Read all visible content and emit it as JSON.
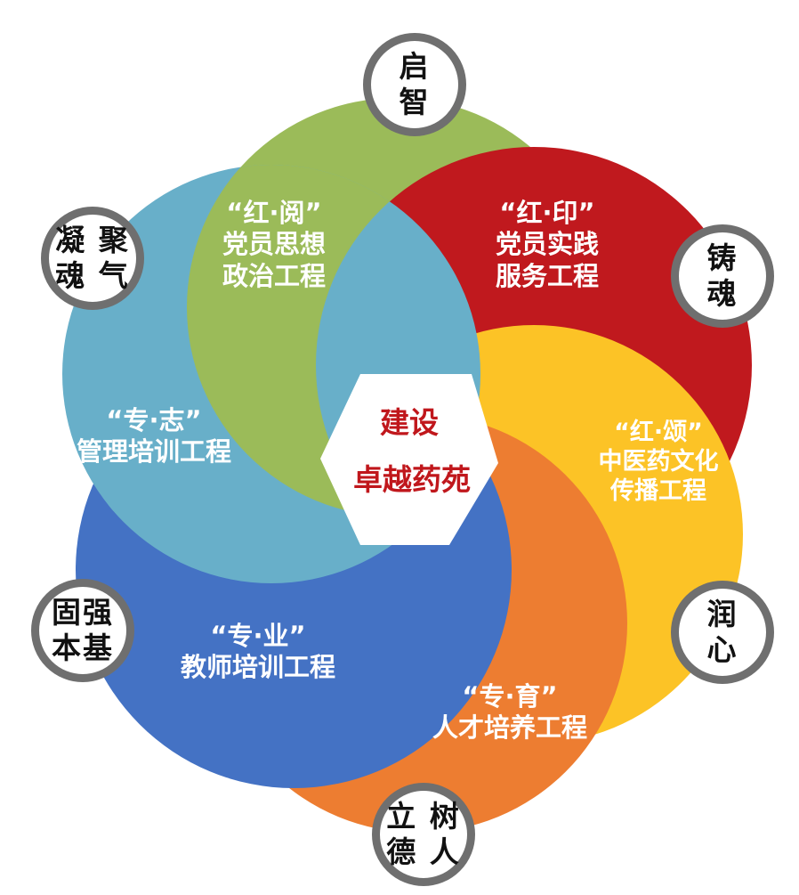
{
  "center": {
    "line1": "建设",
    "line2": "卓越药苑",
    "color": "#c0171c"
  },
  "petals": [
    {
      "id": "green",
      "color": "#9bbb59",
      "quote": "“红·阅”",
      "lines": [
        "党员思想",
        "政治工程"
      ]
    },
    {
      "id": "red",
      "color": "#c0191e",
      "quote": "“红·印”",
      "lines": [
        "党员实践",
        "服务工程"
      ]
    },
    {
      "id": "yellow",
      "color": "#fcc326",
      "quote": "“红·颂”",
      "lines": [
        "中医药文化",
        "传播工程"
      ]
    },
    {
      "id": "orange",
      "color": "#ed7d31",
      "quote": "“专·育”",
      "lines": [
        "人才培养工程"
      ]
    },
    {
      "id": "blue",
      "color": "#4472c4",
      "quote": "“专·业”",
      "lines": [
        "教师培训工程"
      ]
    },
    {
      "id": "lightblue",
      "color": "#68afc9",
      "quote": "“专·志”",
      "lines": [
        "管理培训工程"
      ]
    }
  ],
  "badges": [
    {
      "id": "top",
      "lines": [
        "启",
        "智"
      ]
    },
    {
      "id": "upper-right",
      "lines": [
        "铸",
        "魂"
      ]
    },
    {
      "id": "lower-right",
      "lines": [
        "润",
        "心"
      ]
    },
    {
      "id": "bottom",
      "lines": [
        "立 树",
        "德 人"
      ]
    },
    {
      "id": "lower-left",
      "lines": [
        "固强",
        "本基"
      ]
    },
    {
      "id": "upper-left",
      "lines": [
        "凝 聚",
        "魂 气"
      ]
    }
  ],
  "badge_ring_color": "#6f6f6f"
}
